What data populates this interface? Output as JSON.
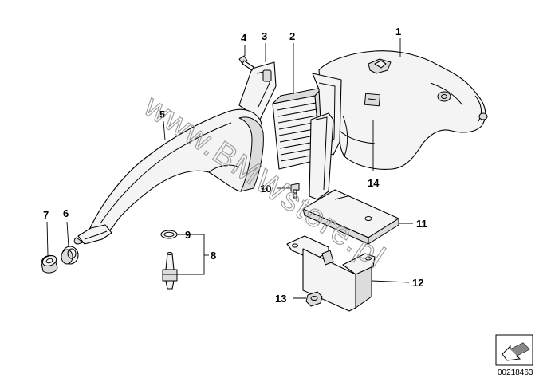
{
  "diagram": {
    "callouts": [
      {
        "id": "1",
        "label": "1"
      },
      {
        "id": "2",
        "label": "2"
      },
      {
        "id": "3",
        "label": "3"
      },
      {
        "id": "4",
        "label": "4"
      },
      {
        "id": "5",
        "label": "5"
      },
      {
        "id": "6",
        "label": "6"
      },
      {
        "id": "7",
        "label": "7"
      },
      {
        "id": "8",
        "label": "8"
      },
      {
        "id": "9",
        "label": "9"
      },
      {
        "id": "10",
        "label": "10"
      },
      {
        "id": "11",
        "label": "11"
      },
      {
        "id": "12",
        "label": "12"
      },
      {
        "id": "13",
        "label": "13"
      },
      {
        "id": "14",
        "label": "14"
      }
    ],
    "watermark": "www.BMWstore.pl",
    "document_number": "00218463"
  }
}
